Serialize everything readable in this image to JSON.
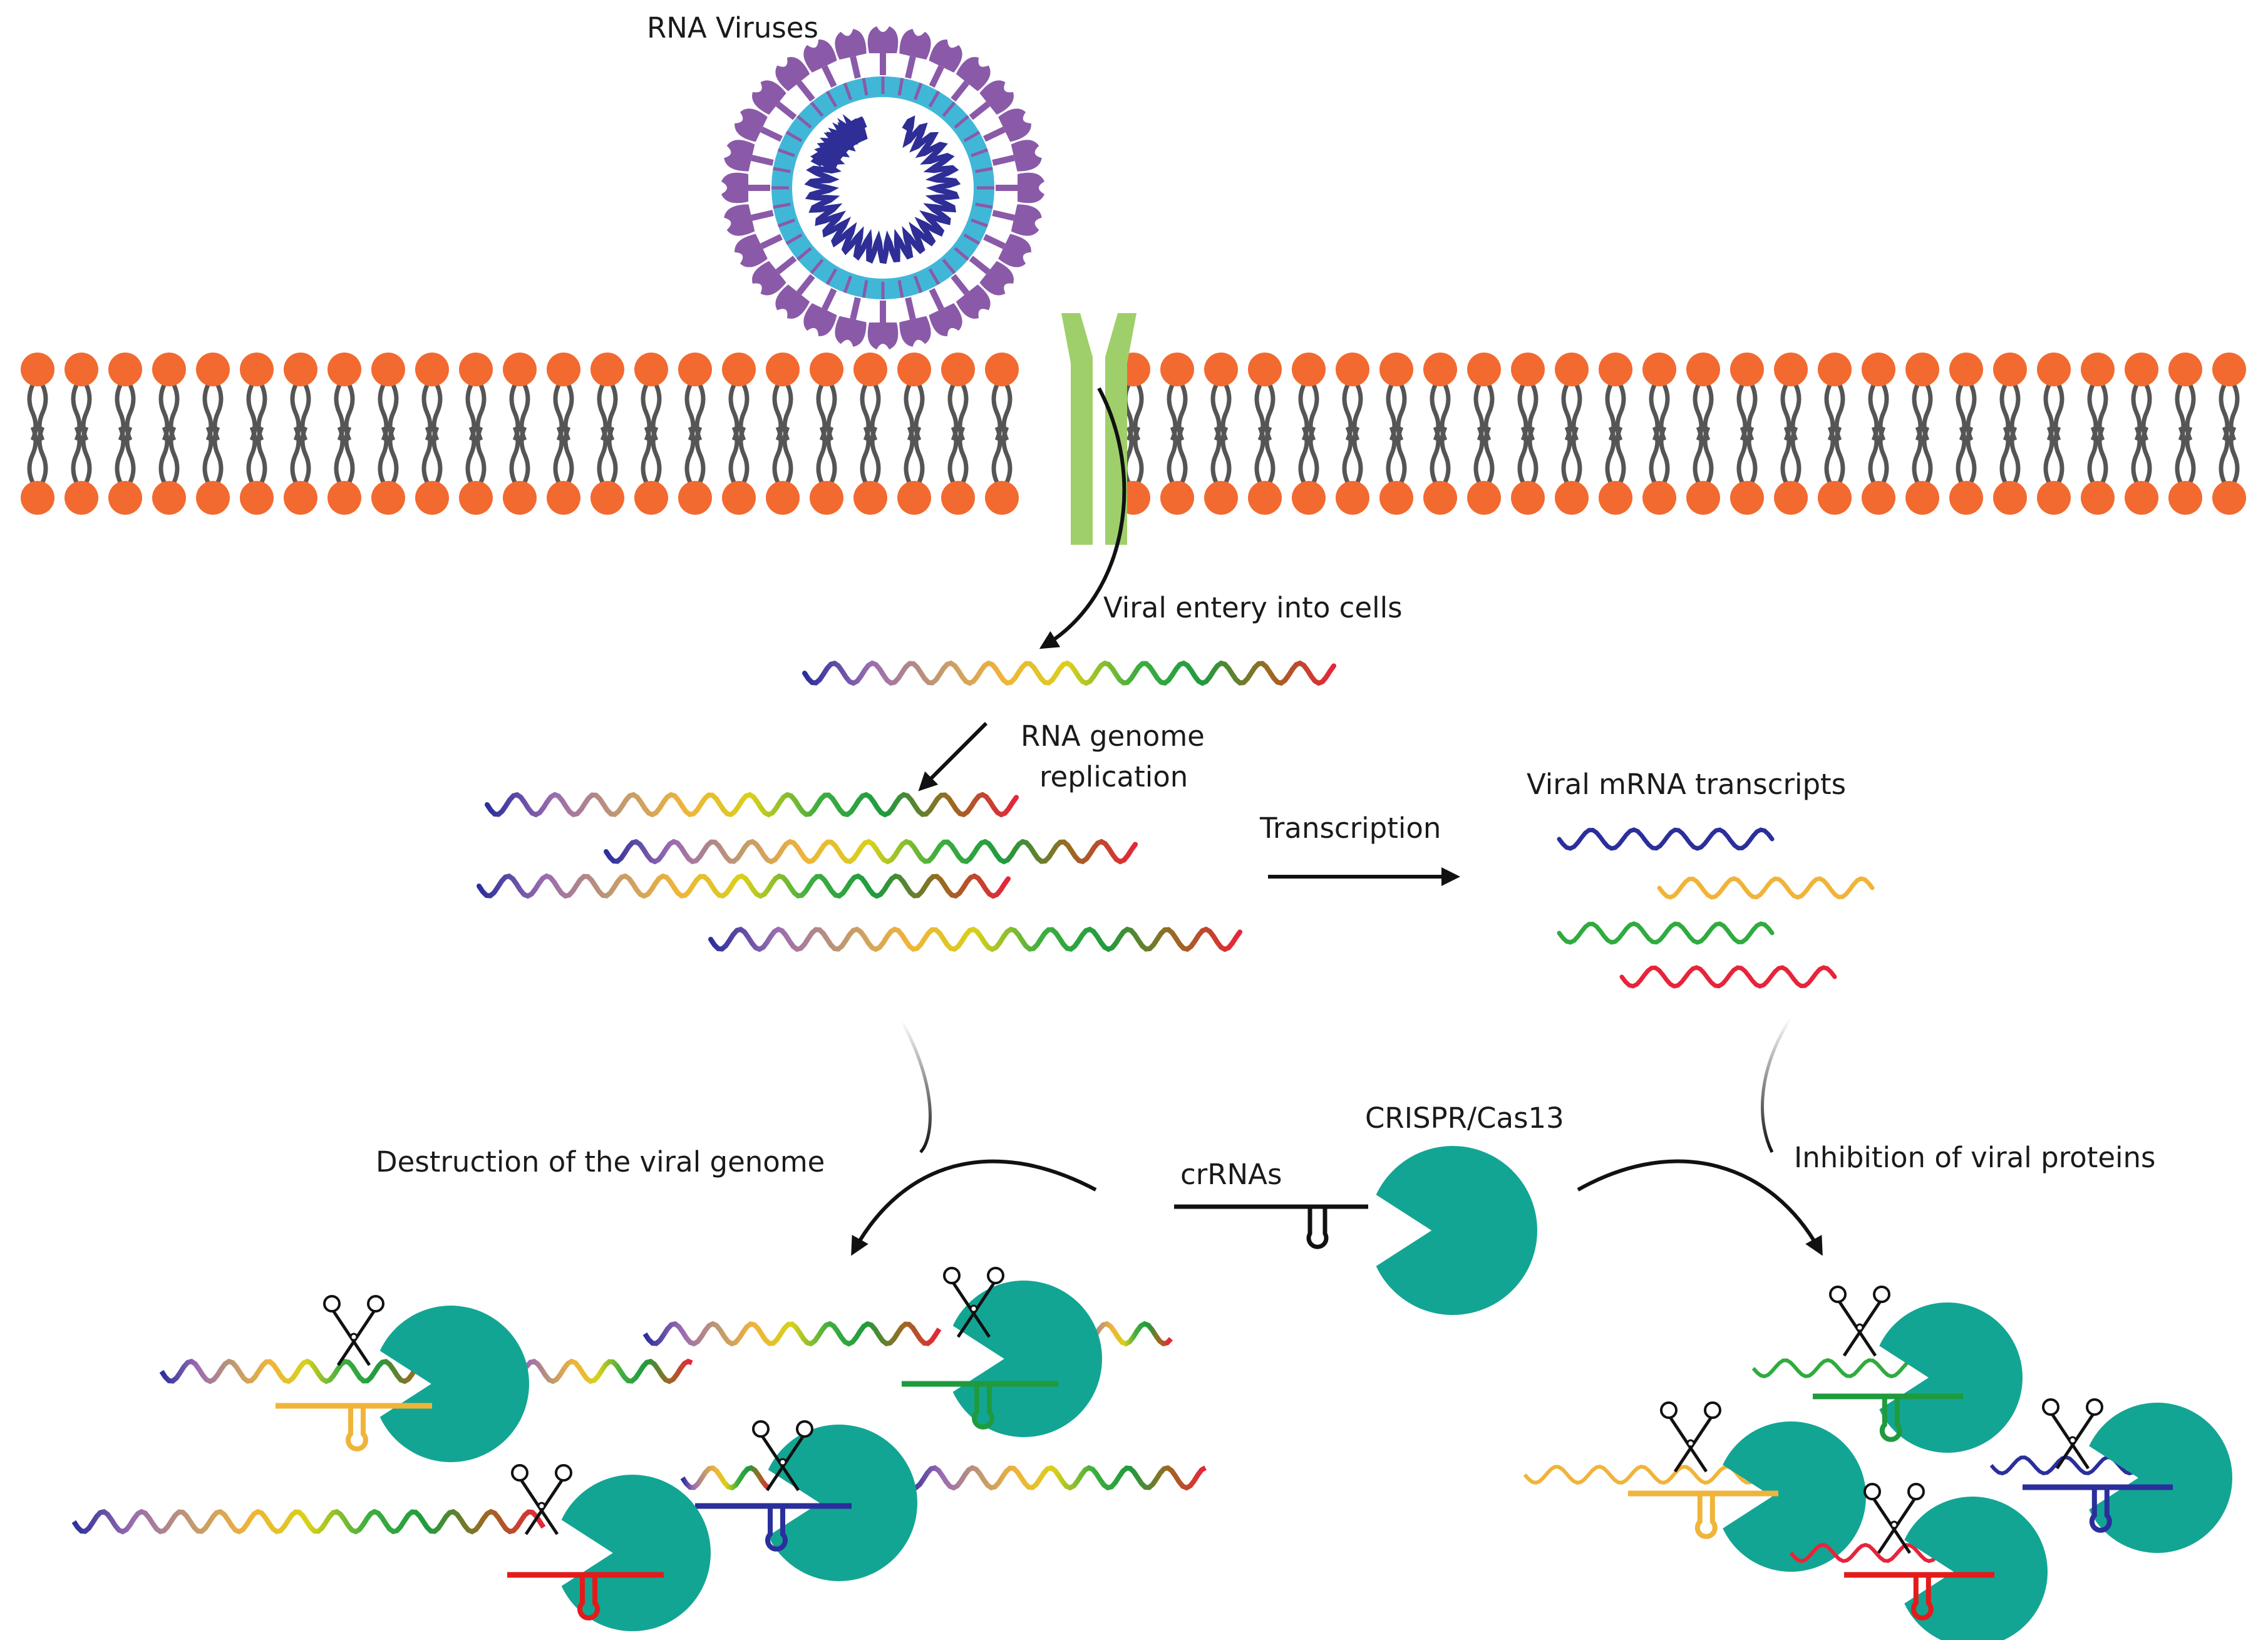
{
  "labels": {
    "rna_viruses": "RNA Viruses",
    "viral_entry": "Viral entery into cells",
    "rna_genome_line1": "RNA genome",
    "rna_genome_line2": "replication",
    "transcription": "Transcription",
    "viral_mrna": "Viral mRNA transcripts",
    "destruction": "Destruction of the viral genome",
    "crispr_cas13": "CRISPR/Cas13",
    "crrnas": "crRNAs",
    "inhibition": "Inhibition of viral proteins"
  },
  "colors": {
    "lipid_head": "#f26a30",
    "lipid_tail": "#555555",
    "receptor": "#9fcf6a",
    "cas13": "#13a593",
    "spike": "#8a5aa8",
    "capsid": "#41b7d8",
    "genome": "#2e2e96",
    "rna_gradient": [
      "#2b2f9b",
      "#9b6cb0",
      "#c09970",
      "#f0b43a",
      "#d8d01a",
      "#3fae3f",
      "#1f9b3e",
      "#9b6a22",
      "#e7243a"
    ],
    "mrna": [
      "#2b2f9b",
      "#f0b43a",
      "#2fab3f",
      "#e7243a"
    ],
    "crrna": [
      "#f0b43a",
      "#1f9b3e",
      "#e31b1b",
      "#2b2f9b"
    ]
  }
}
